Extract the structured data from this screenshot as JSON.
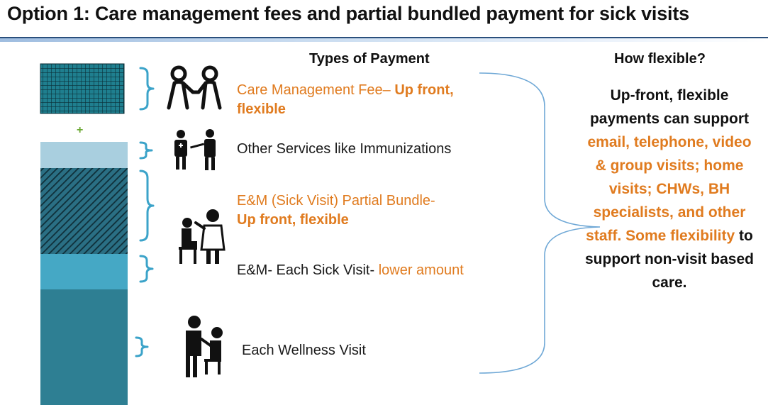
{
  "title": "Option 1: Care management fees and partial bundled payment for sick visits",
  "headers": {
    "types": "Types of Payment",
    "flexible": "How flexible?"
  },
  "plus": "+",
  "items": [
    {
      "part1": "Care Management Fee– ",
      "part2": "Up front,",
      "line2": "flexible",
      "icon": "holding-hands-icon"
    },
    {
      "text": "Other Services like Immunizations",
      "icon": "immunization-icon"
    },
    {
      "line1": "E&M (Sick Visit) Partial Bundle-",
      "line2": "Up front, flexible",
      "icon": "doctor-patient-icon"
    },
    {
      "part1": "E&M- Each Sick Visit- ",
      "part2": "lower amount"
    },
    {
      "text": "Each Wellness Visit",
      "icon": "wellness-exam-icon"
    }
  ],
  "flexibility": {
    "p1": "Up-front, flexible payments can support ",
    "p2": "email, telephone, video & group visits; home visits; CHWs, BH specialists, and other staff. Some flexibility",
    "p3": " to support non-visit based care."
  },
  "colors": {
    "accent_orange": "#e07b1f",
    "bracket_blue": "#3ba3c9",
    "bar_light": "#a9cfdf",
    "bar_mid": "#45a8c5",
    "bar_dark": "#2e7f93",
    "hatch": "#1f4e5c",
    "grid_fill": "#1f7f8f"
  }
}
